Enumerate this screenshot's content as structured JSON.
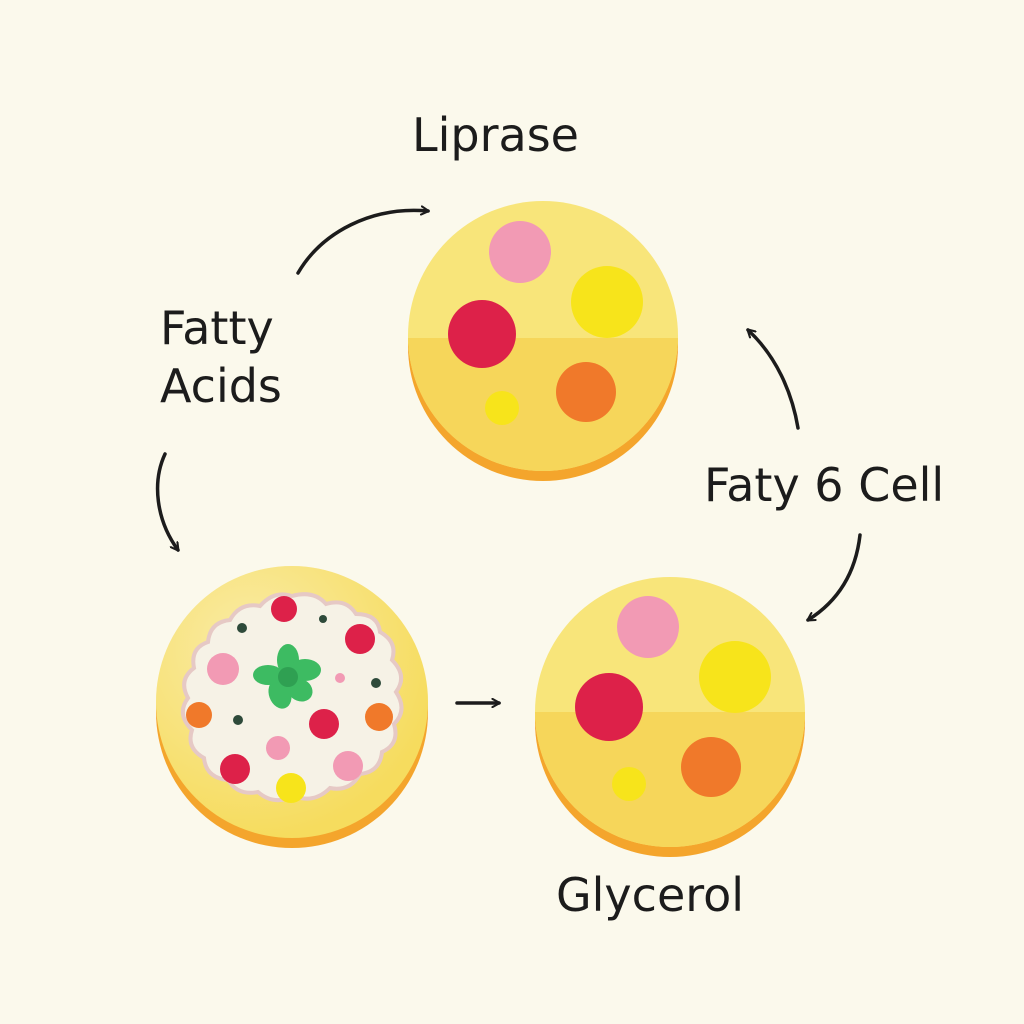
{
  "labels": {
    "lipase": "Liprase",
    "fatty_acids_line1": "Fatty",
    "fatty_acids_line2": "Acids",
    "fatty_cell": "Faty 6 Cell",
    "glycerol": "Glycerol"
  },
  "colors": {
    "background": "#fbf9ec",
    "cell_top": "#f8e57a",
    "cell_bottom": "#f6d65a",
    "cell_rim": "#f4a52c",
    "cytoplasm": "#f6f2e6",
    "droplet_pink": "#f29ab4",
    "droplet_red": "#dd2149",
    "droplet_yellow": "#f7e41b",
    "droplet_orange": "#f0792a",
    "organelle_green": "#3dbb62",
    "dot_dark": "#2e4a3a",
    "arrow": "#1c1c1c"
  }
}
